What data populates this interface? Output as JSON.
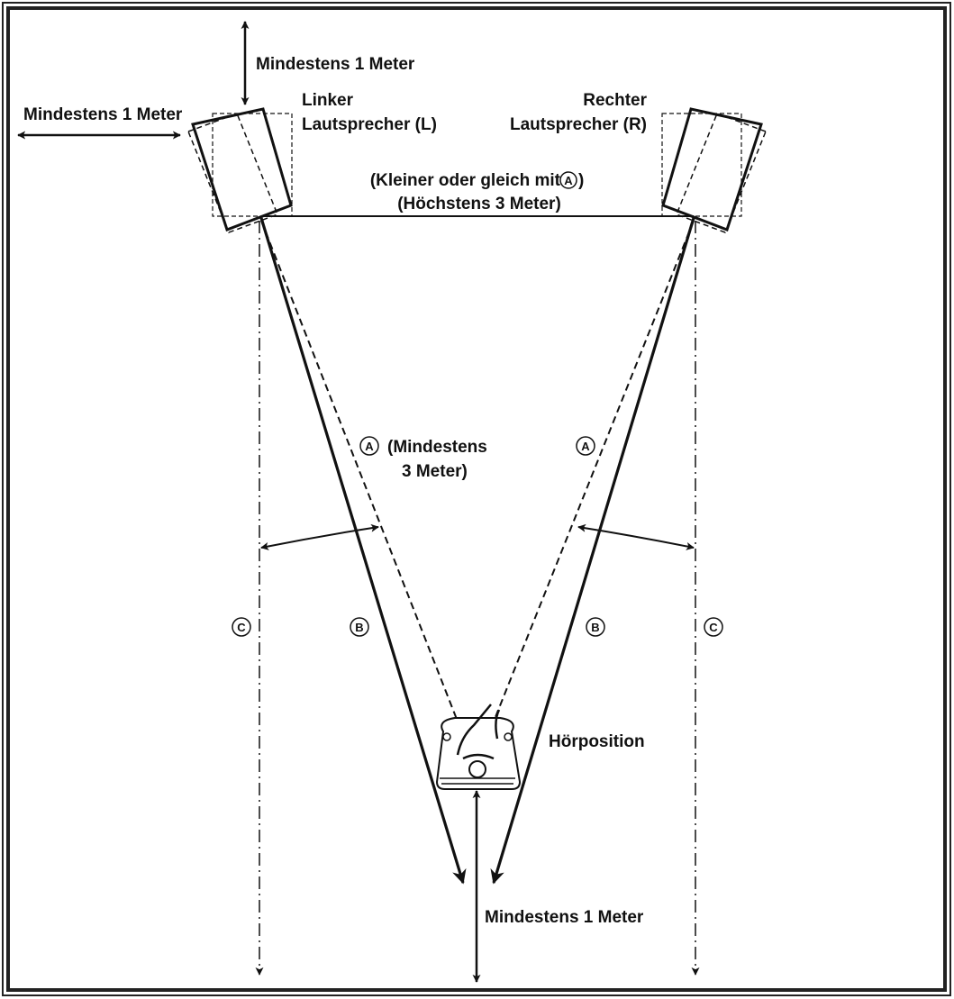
{
  "labels": {
    "top_clearance": "Mindestens 1 Meter",
    "side_clearance": "Mindestens 1 Meter",
    "rear_clearance": "Mindestens 1 Meter",
    "left_speaker_line1": "Linker",
    "left_speaker_line2": "Lautsprecher (L)",
    "right_speaker_line1": "Rechter",
    "right_speaker_line2": "Lautsprecher (R)",
    "spacing_line1_pre": "(Kleiner oder gleich mit ",
    "spacing_line1_post": ")",
    "spacing_line2": "(Höchstens 3 Meter)",
    "distance_a_line1": "(Mindestens",
    "distance_a_line2": "3 Meter)",
    "listening_position": "Hörposition"
  },
  "markers": {
    "a": "A",
    "b": "B",
    "c": "C"
  },
  "colors": {
    "ink": "#111111",
    "background": "#ffffff",
    "frame": "#222222"
  }
}
